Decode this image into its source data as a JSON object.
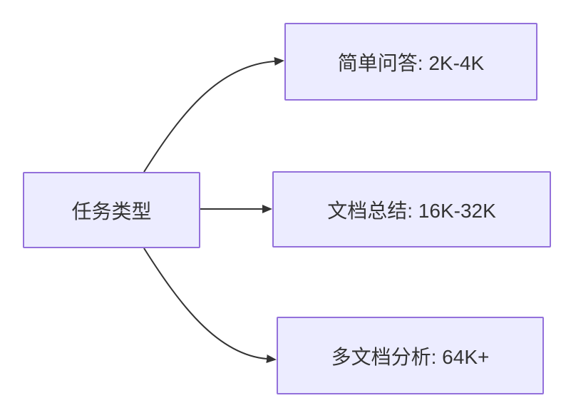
{
  "diagram": {
    "type": "flowchart-lr",
    "nodes": {
      "root": {
        "label": "任务类型"
      },
      "simple_qa": {
        "label": "简单问答: 2K-4K"
      },
      "doc_summary": {
        "label": "文档总结: 16K-32K"
      },
      "multi_doc": {
        "label": "多文档分析: 64K+"
      }
    },
    "edges": [
      {
        "from": "root",
        "to": "simple_qa"
      },
      {
        "from": "root",
        "to": "doc_summary"
      },
      {
        "from": "root",
        "to": "multi_doc"
      }
    ],
    "colors": {
      "node_fill": "#ECECFF",
      "node_border": "#9370DB",
      "edge": "#333333",
      "text": "#333333",
      "background": "#ffffff"
    }
  }
}
